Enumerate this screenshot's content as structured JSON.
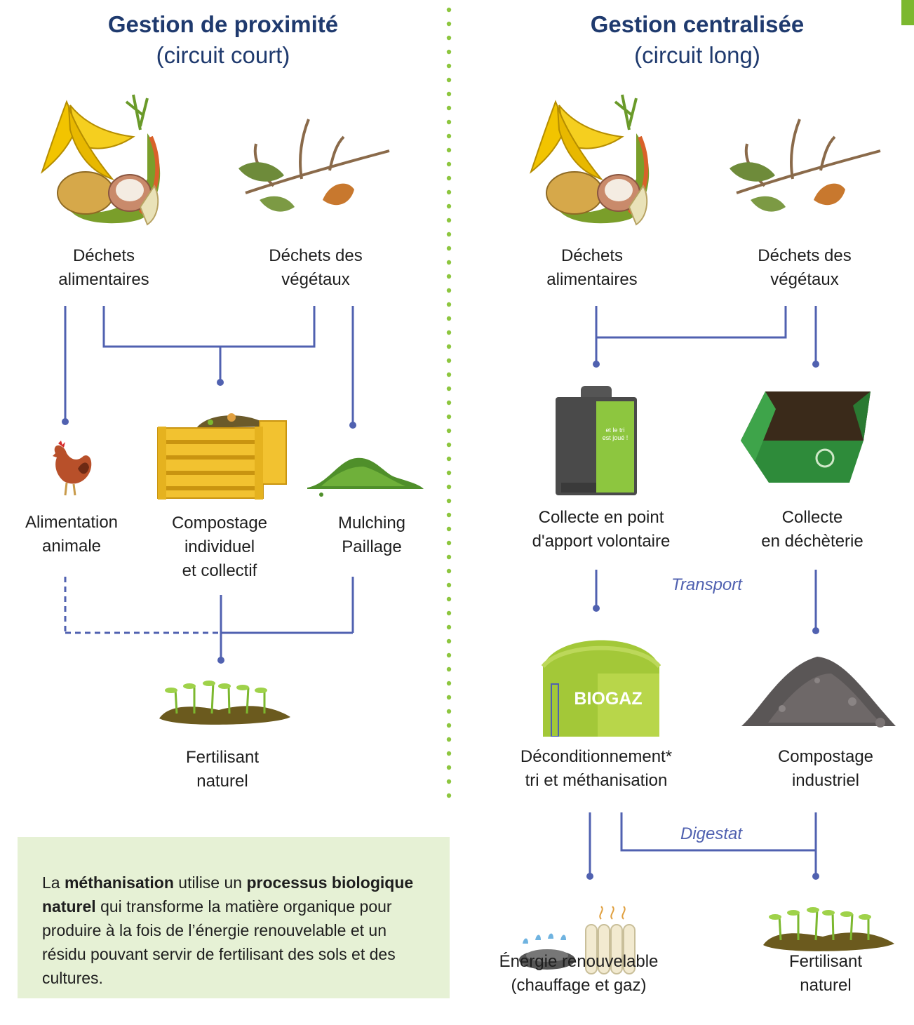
{
  "left": {
    "title": "Gestion de proximité",
    "subtitle": "(circuit court)",
    "food_waste": [
      "Déchets",
      "alimentaires"
    ],
    "green_waste": [
      "Déchets des",
      "végétaux"
    ],
    "animal_feed": [
      "Alimentation",
      "animale"
    ],
    "composting": [
      "Compostage",
      "individuel",
      "et collectif"
    ],
    "mulching": [
      "Mulching",
      "Paillage"
    ],
    "fertilizer": [
      "Fertilisant",
      "naturel"
    ]
  },
  "right": {
    "title": "Gestion centralisée",
    "subtitle": "(circuit long)",
    "food_waste": [
      "Déchets",
      "alimentaires"
    ],
    "green_waste": [
      "Déchets des",
      "végétaux"
    ],
    "collection_point": [
      "Collecte en point",
      "d'apport volontaire"
    ],
    "collection_center": [
      "Collecte",
      "en déchèterie"
    ],
    "transport": "Transport",
    "biogas_label": "BIOGAZ",
    "bin_sign": [
      "et le tri",
      "est joué !"
    ],
    "methanisation": [
      "Déconditionnement*",
      "tri et méthanisation"
    ],
    "industrial_composting": [
      "Compostage",
      "industriel"
    ],
    "digestate": "Digestat",
    "energy": [
      "Énergie renouvelable",
      "(chauffage et gaz)"
    ],
    "fertilizer": [
      "Fertilisant",
      "naturel"
    ]
  },
  "info": {
    "t1": "La ",
    "b1": "méthanisation",
    "t2": " utilise un ",
    "b2": "processus biologique naturel",
    "t3": " qui transforme la matière organique pour produire à la fois de l’énergie renouvelable et un résidu pouvant servir de fertilisant des sols et des cultures."
  },
  "colors": {
    "title": "#1f3a6e",
    "connector": "#5061b0",
    "divider_dots": "#8dc63f",
    "info_box": "#e6f1d5",
    "accent": "#7cb82f"
  }
}
